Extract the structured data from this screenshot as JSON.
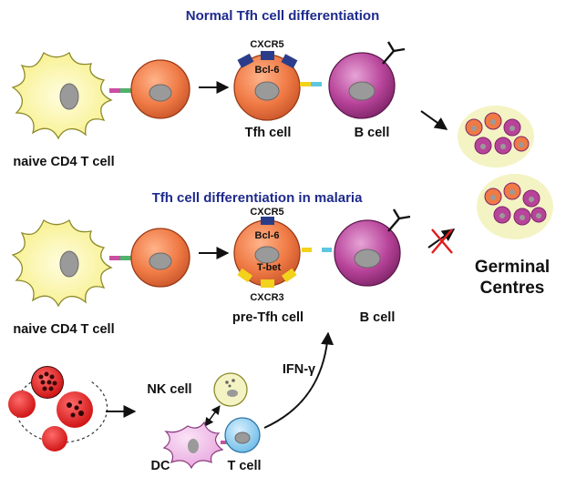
{
  "panel_normal": {
    "title": "Normal Tfh cell differentiation",
    "dc_label": "naive CD4 T cell",
    "cxcr5": "CXCR5",
    "bcl6": "Bcl-6",
    "tfh_label": "Tfh cell",
    "bcell_label": "B cell"
  },
  "panel_malaria": {
    "title": "Tfh cell differentiation in malaria",
    "dc_label": "naive CD4 T cell",
    "cxcr5": "CXCR5",
    "bcl6": "Bcl-6",
    "tbet": "T-bet",
    "cxcr3": "CXCR3",
    "pretfh_label": "pre-Tfh cell",
    "bcell_label": "B cell",
    "gc_label_line1": "Germinal",
    "gc_label_line2": "Centres"
  },
  "bottom": {
    "ifng": "IFN-γ",
    "nk_label": "NK cell",
    "dc_label": "DC",
    "tcell_label": "T cell"
  },
  "colors": {
    "title": "#1e2a8c",
    "dc_fill": "#fbf6a6",
    "tcell_fill": "#ef7a45",
    "bcell_fill": "#b8449a",
    "nucleus": "#9a9a9a",
    "receptor_blue": "#2b3d8a",
    "receptor_yellow": "#f2d21b",
    "gc_bg": "#f4f3c4",
    "rbc": "#e01d1d",
    "cross": "#e01d1d"
  }
}
